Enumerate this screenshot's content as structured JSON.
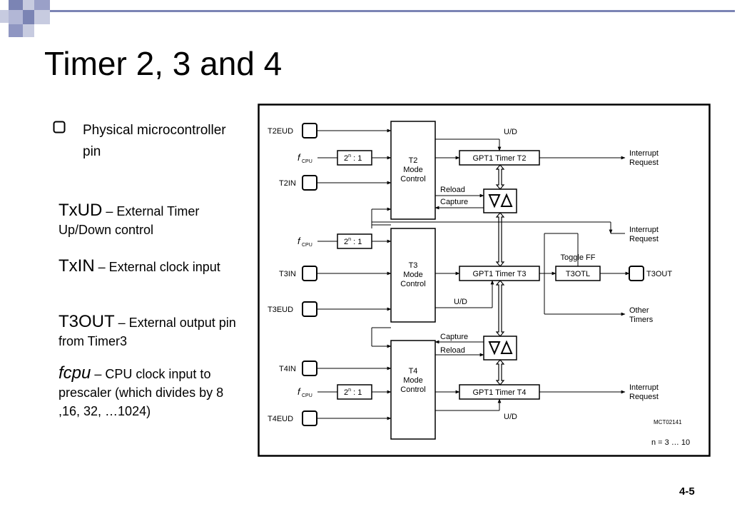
{
  "slide": {
    "title": "Timer 2, 3 and 4",
    "page_number": "4-5"
  },
  "legend": {
    "text": "Physical microcontroller pin",
    "icon": "pin-box-icon"
  },
  "definitions": [
    {
      "term": "TxUD",
      "desc": " – External Timer Up/Down control"
    },
    {
      "term": "TxIN",
      "desc": " – External clock input"
    },
    {
      "term": "T3OUT",
      "desc": " – External output pin from Timer3"
    },
    {
      "term": "fcpu",
      "desc": " – CPU clock input to prescaler (which divides by 8 ,16, 32, …1024)"
    }
  ],
  "diagram": {
    "pins": {
      "t2eud": "T2EUD",
      "t2in": "T2IN",
      "t3in": "T3IN",
      "t3eud": "T3EUD",
      "t4in": "T4IN",
      "t4eud": "T4EUD",
      "t3out": "T3OUT"
    },
    "fcpu_f": "f",
    "fcpu_sub": "CPU",
    "prescaler_base": "2",
    "prescaler_exp": "n",
    "prescaler_rest": " : 1",
    "mode_control": {
      "t2": [
        "T2",
        "Mode",
        "Control"
      ],
      "t3": [
        "T3",
        "Mode",
        "Control"
      ],
      "t4": [
        "T4",
        "Mode",
        "Control"
      ]
    },
    "timers": {
      "t2": "GPT1 Timer T2",
      "t3": "GPT1 Timer T3",
      "t4": "GPT1 Timer T4"
    },
    "ud": "U/D",
    "reload": "Reload",
    "capture": "Capture",
    "toggle_ff": "Toggle FF",
    "t3otl": "T3OTL",
    "interrupt": "Interrupt",
    "request": "Request",
    "other": "Other",
    "timers_word": "Timers",
    "ref_code": "MCT02141",
    "n_range": "n = 3 … 10"
  }
}
